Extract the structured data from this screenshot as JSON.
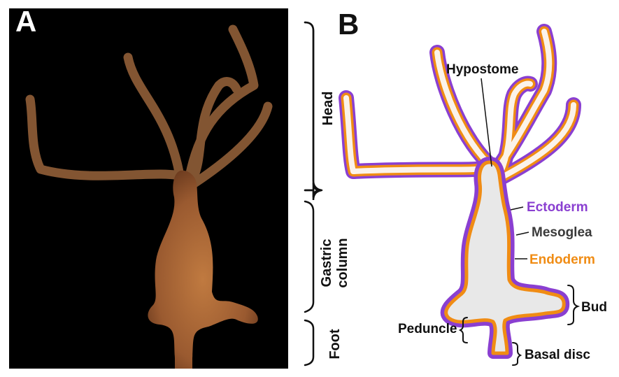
{
  "panels": {
    "a": {
      "letter": "A"
    },
    "b": {
      "letter": "B"
    }
  },
  "regions": {
    "head": "Head",
    "gastric_line1": "Gastric",
    "gastric_line2": "column",
    "foot": "Foot"
  },
  "labels": {
    "hypostome": "Hypostome",
    "ectoderm": "Ectoderm",
    "mesoglea": "Mesoglea",
    "endoderm": "Endoderm",
    "bud": "Bud",
    "peduncle": "Peduncle",
    "basal_disc": "Basal disc"
  },
  "colors": {
    "ectoderm": "#8a3fd1",
    "endoderm": "#f08c14",
    "mesoglea": "#3a3a3a",
    "body_fill": "#e8e8e8",
    "photo_background": "#000000",
    "photo_body": "#a8663a"
  }
}
